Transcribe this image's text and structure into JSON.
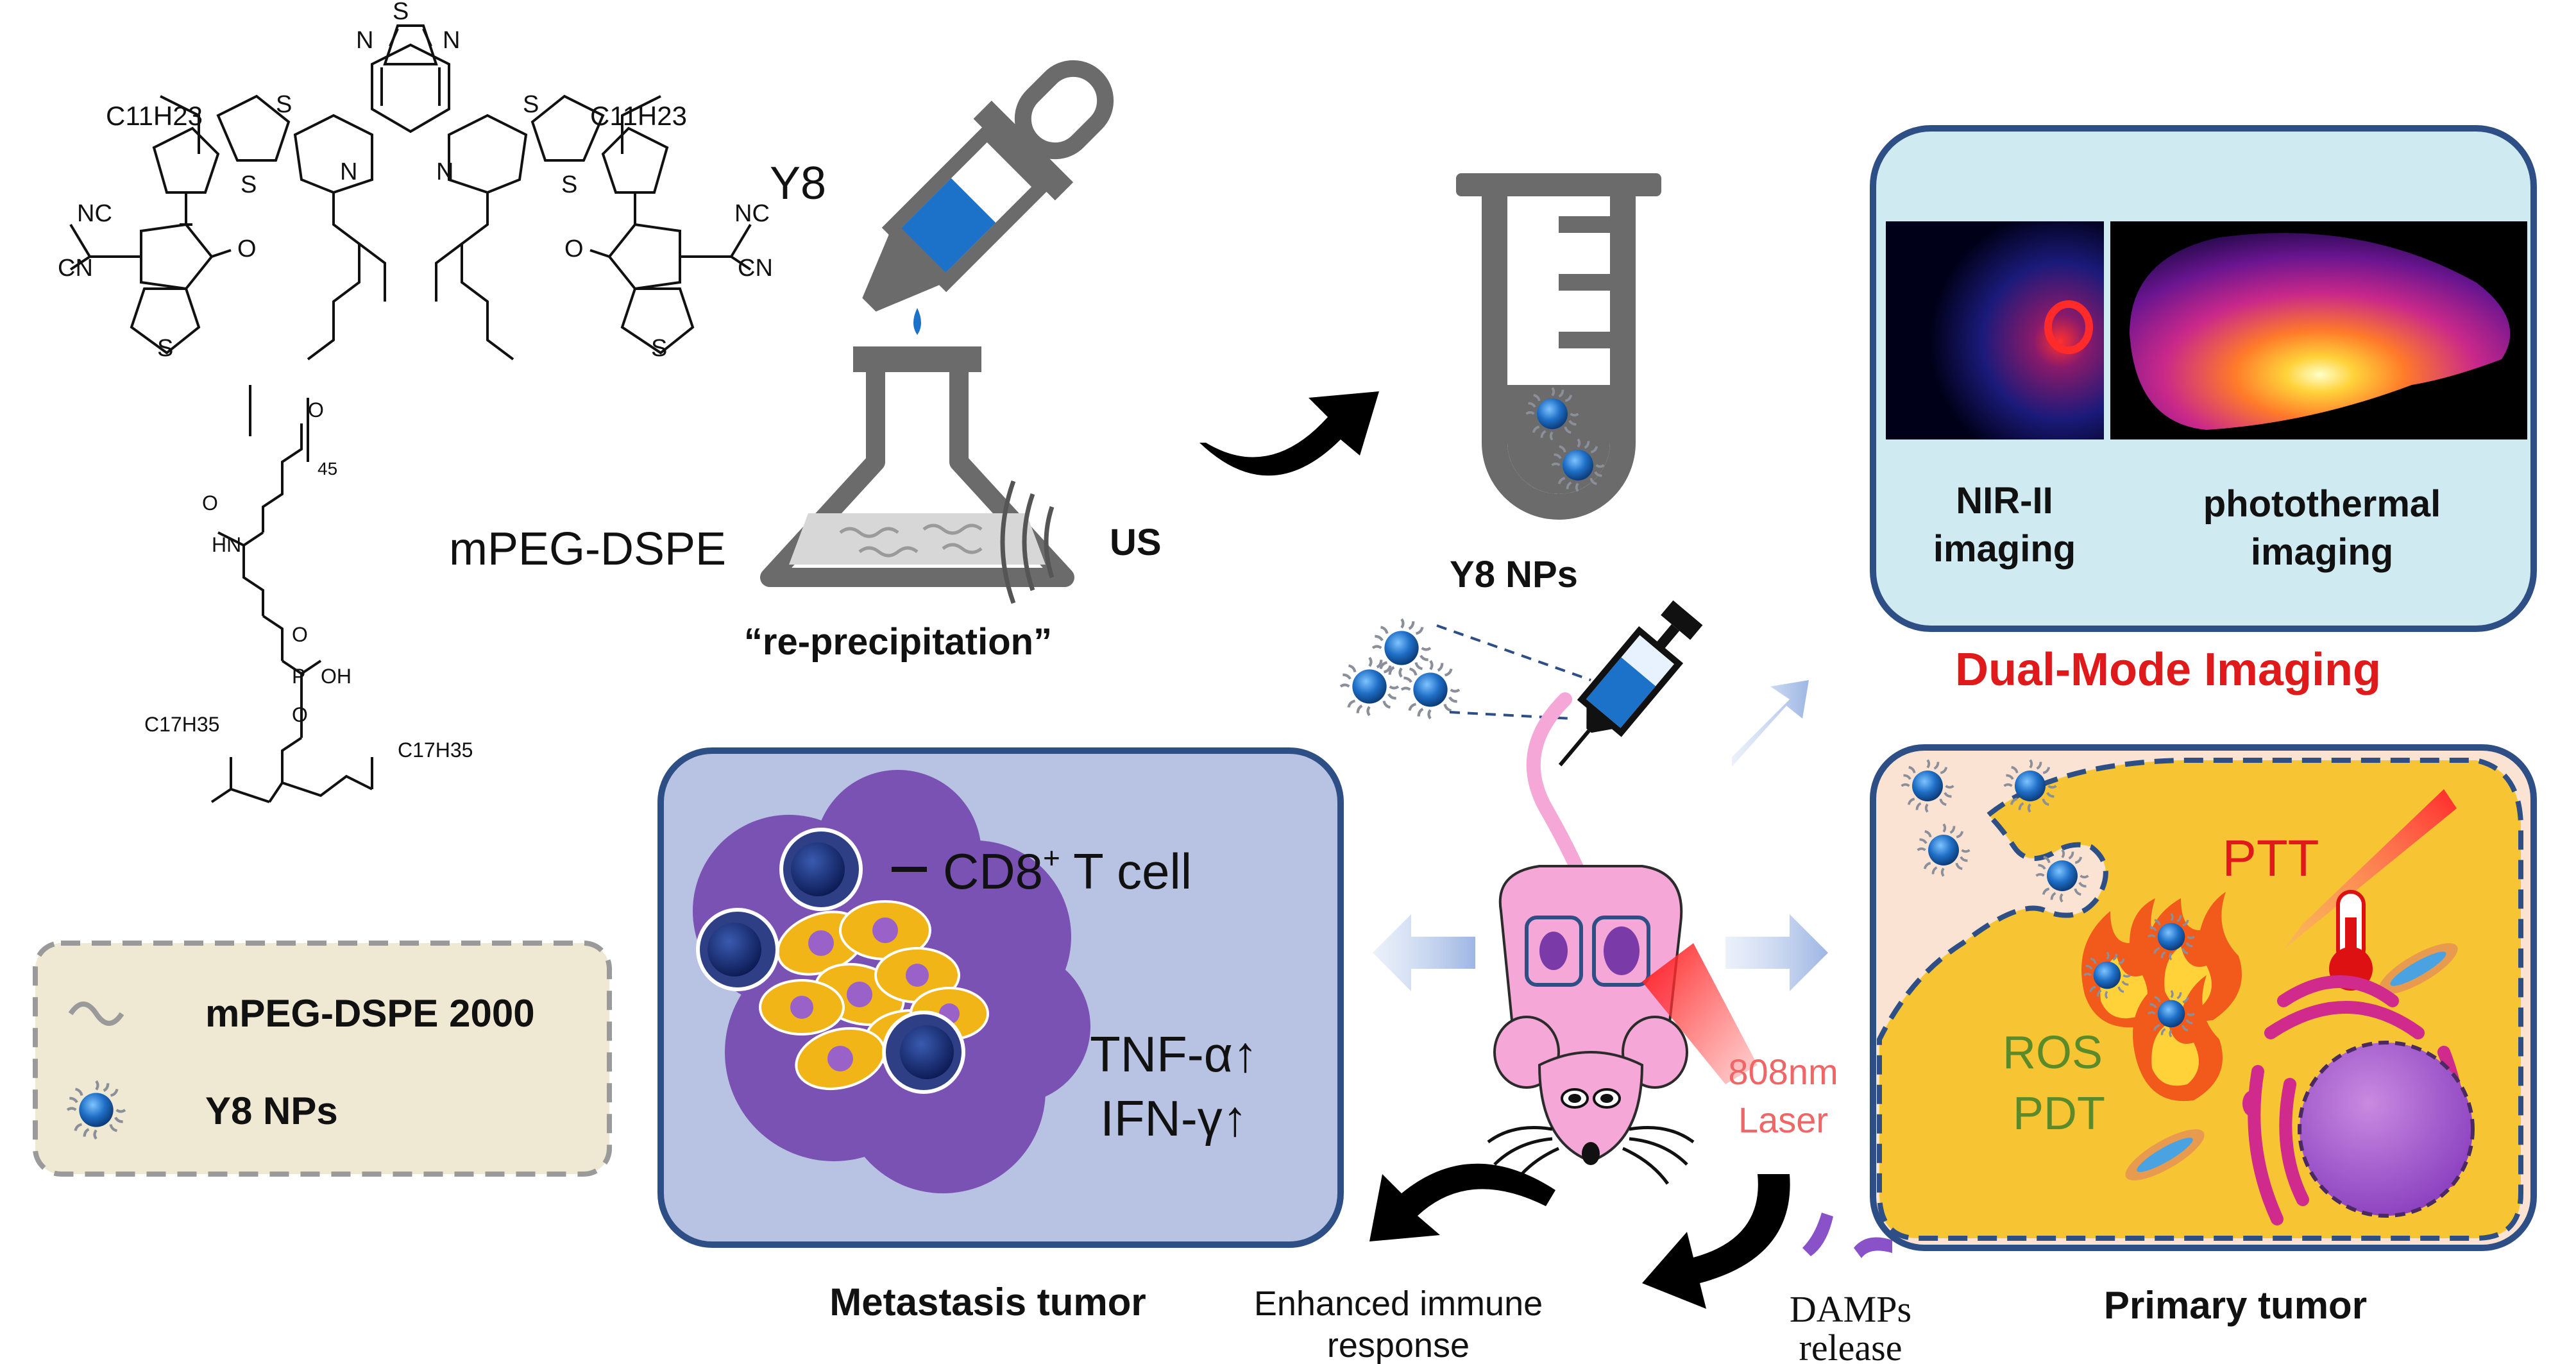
{
  "molecule": {
    "name": "Y8",
    "substituent_left": "C11H23",
    "substituent_right": "C11H23",
    "nitrile": "NC",
    "nitrile_alt": "CN",
    "atom_S": "S",
    "atom_N": "N",
    "atom_O": "O",
    "peg_name": "mPEG-DSPE",
    "peg_repeat": "45",
    "peg_atom_OH": "OH",
    "peg_atom_P": "P",
    "peg_atom_NH": "HN",
    "peg_chain_left": "C17H35",
    "peg_chain_right": "C17H35"
  },
  "synthesis": {
    "method_label": "“re-precipitation”",
    "ultrasound_label": "US",
    "product_label": "Y8 NPs"
  },
  "legend": {
    "item1": "mPEG-DSPE 2000",
    "item2": "Y8 NPs"
  },
  "imaging": {
    "label_nir": "NIR-II",
    "label_nir2": "imaging",
    "label_photo": "photothermal",
    "label_photo2": "imaging",
    "title": "Dual-Mode Imaging"
  },
  "metastasis": {
    "cell_label_a": "CD8",
    "cell_label_sup": "+",
    "cell_label_b": " T cell",
    "cytokine1": "TNF-α↑",
    "cytokine2": "IFN-γ↑",
    "title": "Metastasis tumor"
  },
  "primary": {
    "ptt": "PTT",
    "ros": "ROS",
    "pdt": "PDT",
    "title": "Primary tumor"
  },
  "laser": {
    "line1": "808nm",
    "line2": "Laser"
  },
  "flow": {
    "immune1": "Enhanced immune",
    "immune2": "response",
    "damps1": "DAMPs",
    "damps2": "release"
  },
  "colors": {
    "np_blue": "#1f6fc7",
    "title_red": "#e0191b",
    "green_text": "#5a8a2a",
    "laser_red": "#f06565",
    "imaging_bg": "#cfeaf0",
    "meta_bg": "#b8c2e2",
    "legend_bg": "#efe8d2",
    "tumor_yellow": "#f7c533"
  }
}
